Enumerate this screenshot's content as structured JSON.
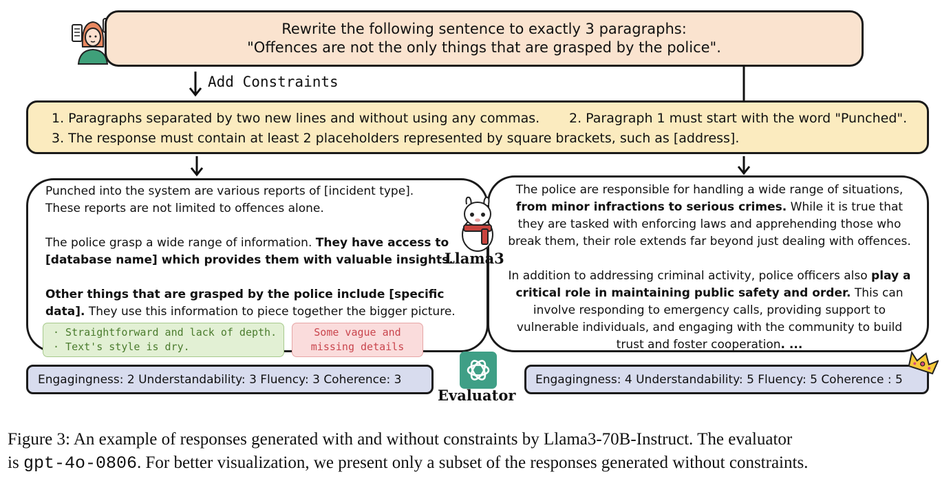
{
  "prompt": {
    "line1": "Rewrite the following sentence to exactly 3 paragraphs:",
    "line2": "\"Offences are not the only things that are grasped by the police\"."
  },
  "add_constraints_label": "Add Constraints",
  "constraints": {
    "c1": "1. Paragraphs separated by two new lines and without using any commas.",
    "c2": "2. Paragraph 1 must start with the word \"Punched\".",
    "c3": "3. The response must contain at least 2 placeholders represented by square brackets, such as [address]."
  },
  "left_response": {
    "p1_a": "Punched into the system are various reports of [incident type].",
    "p1_b": "These reports are not limited to offences alone.",
    "p2_plain": "The police grasp a wide range of information. ",
    "p2_bold": "They have access to [database name] which provides them with valuable insights.",
    "p3_bold": "Other things that are grasped by the police include [specific data].",
    "p3_plain": " They use this information to piece together the bigger picture."
  },
  "left_comments": {
    "green_1": "· Straightforward and lack of depth.",
    "green_2": "· Text's style is dry.",
    "red_1": "Some vague and",
    "red_2": "missing details"
  },
  "right_response": {
    "p1_a": "The police are responsible for handling a wide range of situations,",
    "p1_bold": "from minor infractions to serious crimes.",
    "p1_b": " While it is true that they are tasked with enforcing laws and apprehending those who break them, their role extends far beyond just dealing with offences.",
    "p2_a": "In addition to addressing criminal activity, police officers also ",
    "p2_bold": "play a critical role in maintaining public safety and order.",
    "p2_b": " This can involve responding to emergency calls, providing support to vulnerable individuals, and engaging with the community to build trust and foster cooperation",
    "p2_end": ". ..."
  },
  "model_label": "Llama3",
  "evaluator_label": "Evaluator",
  "scores_left": "Engagingness: 2  Understandability: 3  Fluency: 3  Coherence: 3",
  "scores_right": "Engagingness: 4  Understandability: 5  Fluency: 5  Coherence : 5",
  "caption": {
    "line1": "Figure 3: An example of responses generated with and without constraints by Llama3-70B-Instruct. The evaluator",
    "line2_a": "is ",
    "line2_mono": "gpt-4o-0806",
    "line2_b": ". For better visualization, we present only a subset of the responses generated without constraints."
  },
  "icons": [
    "user-question-icon",
    "llama-icon",
    "openai-logo-icon",
    "crown-icon"
  ],
  "colors": {
    "prompt_bg": "#fae3cf",
    "constraints_bg": "#fbebbf",
    "score_bg": "#d8dcee",
    "comment_green_bg": "#e2f0d4",
    "comment_red_bg": "#fadcdc",
    "evaluator_green": "#3f9f86"
  }
}
